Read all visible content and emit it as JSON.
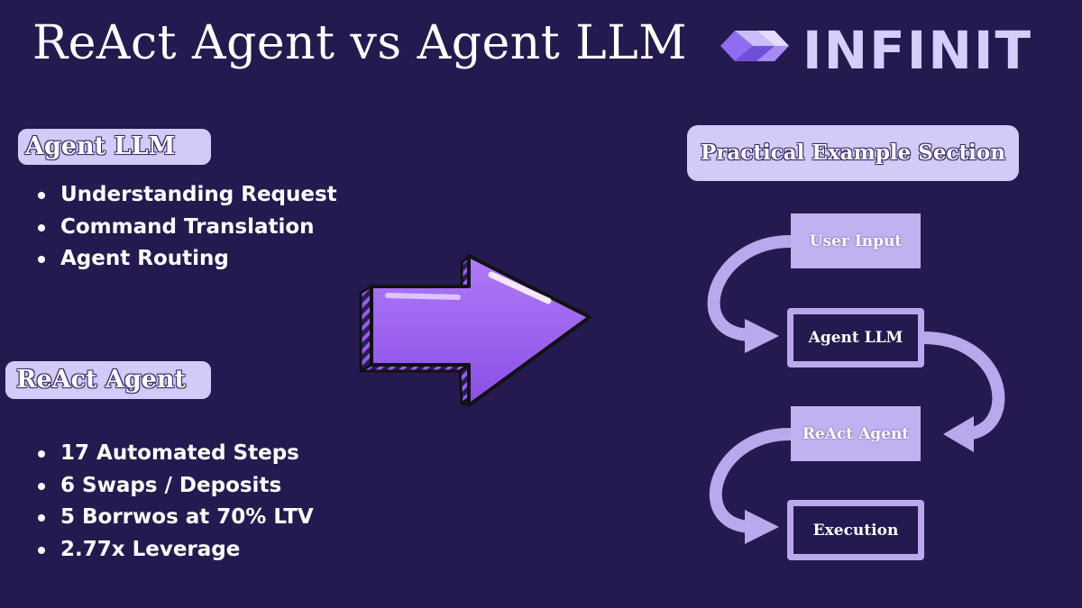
{
  "title": "ReAct Agent vs Agent LLM",
  "logo": {
    "text": "INFINIT",
    "icon": "infinit-logo-icon"
  },
  "agent_llm": {
    "heading": "Agent LLM",
    "items": [
      "Understanding Request",
      "Command Translation",
      "Agent Routing"
    ]
  },
  "react_agent": {
    "heading": "ReAct Agent",
    "items": [
      "17 Automated Steps",
      "6 Swaps / Deposits",
      "5 Borrwos at 70% LTV",
      "2.77x Leverage"
    ]
  },
  "center_arrow": {
    "icon": "right-arrow-icon"
  },
  "practical": {
    "heading": "Practical Example Section",
    "steps": [
      "User Input",
      "Agent LLM",
      "ReAct Agent",
      "Execution"
    ]
  },
  "colors": {
    "background": "#241a50",
    "accent": "#b9a8ec",
    "pill": "#d3caf7",
    "arrow": "#9b5cf0"
  }
}
